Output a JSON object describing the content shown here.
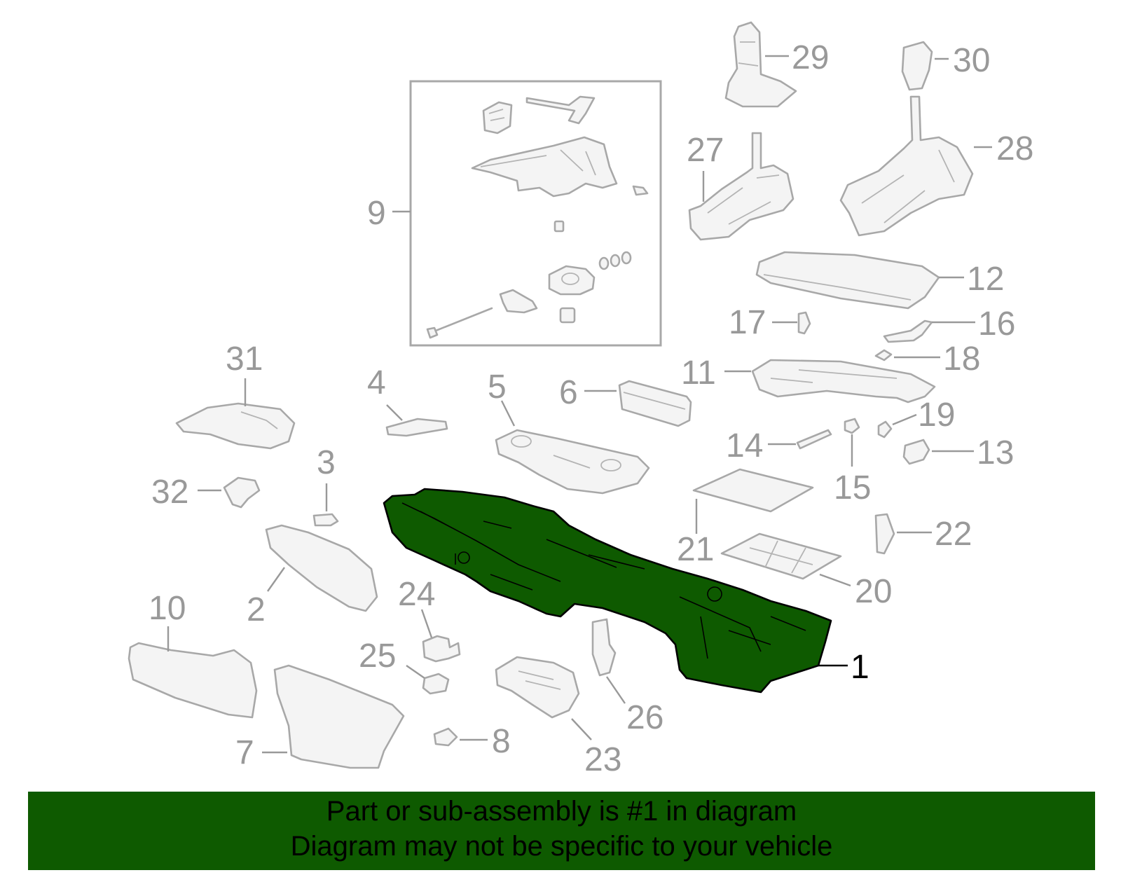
{
  "callouts": {
    "n1": "1",
    "n2": "2",
    "n3": "3",
    "n4": "4",
    "n5": "5",
    "n6": "6",
    "n7": "7",
    "n8": "8",
    "n9": "9",
    "n10": "10",
    "n11": "11",
    "n12": "12",
    "n13": "13",
    "n14": "14",
    "n15": "15",
    "n16": "16",
    "n17": "17",
    "n18": "18",
    "n19": "19",
    "n20": "20",
    "n21": "21",
    "n22": "22",
    "n23": "23",
    "n24": "24",
    "n25": "25",
    "n26": "26",
    "n27": "27",
    "n28": "28",
    "n29": "29",
    "n30": "30",
    "n31": "31",
    "n32": "32"
  },
  "highlighted_part": "1",
  "colors": {
    "highlight": "#0e5a00",
    "line_art": "#a8a8a8",
    "callout_text": "#999999",
    "banner_bg": "#0e5a00",
    "banner_text": "#000000"
  },
  "banner": {
    "line1": "Part or sub-assembly is #1 in diagram",
    "line2": "Diagram may not be specific to your vehicle"
  }
}
